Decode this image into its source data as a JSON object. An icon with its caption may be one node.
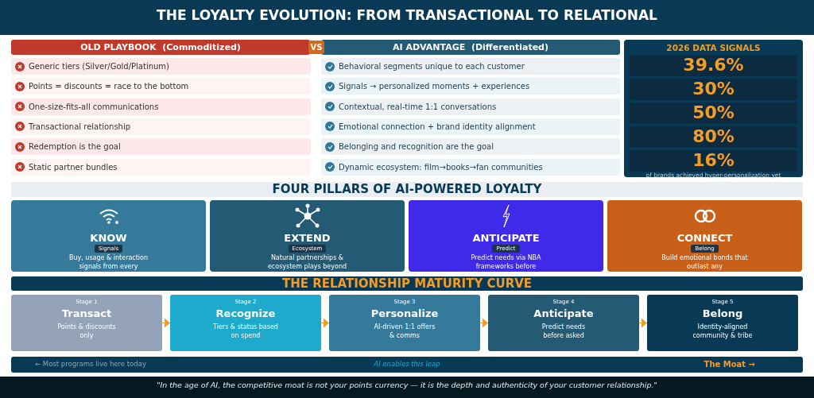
{
  "diagram": {
    "title": "THE LOYALTY EVOLUTION: FROM TRANSACTIONAL TO RELATIONAL",
    "caption": "\"In the age of AI, the competitive moat is not your points currency — it is the depth and authenticity of your customer relationship.\"",
    "nodes": [
      {
        "text": [
          "OLD PLAYBOOK  (Commoditized)"
        ]
      },
      {
        "text": [
          "Generic tiers (Silver/Gold/Platinum)"
        ]
      },
      {
        "text": [
          "Points = discounts = race to the bottom"
        ]
      },
      {
        "text": [
          "One-size-fits-all communications"
        ]
      },
      {
        "text": [
          "Transactional relationship"
        ]
      },
      {
        "text": [
          "Redemption is the goal"
        ]
      },
      {
        "text": [
          "Static partner bundles"
        ]
      },
      {
        "text": [
          "AI ADVANTAGE  (Differentiated)"
        ]
      },
      {
        "text": [
          "Behavioral segments unique to each customer"
        ]
      },
      {
        "text": [
          "Signals → personalized moments + experiences"
        ]
      },
      {
        "text": [
          "Contextual, real-time 1:1 conversations"
        ]
      },
      {
        "text": [
          "Emotional connection + brand identity alignment"
        ]
      },
      {
        "text": [
          "Belonging and recognition are the goal"
        ]
      },
      {
        "text": [
          "Dynamic ecosystem: film→books→fan communities"
        ]
      },
      {
        "text": [
          "2026 DATA SIGNALS"
        ]
      },
      {
        "text": [
          "39.6%"
        ],
        "in": 14
      },
      {
        "text": [
          "30%"
        ],
        "in": 14
      },
      {
        "text": [
          "50%"
        ],
        "in": 14
      },
      {
        "text": [
          "80%"
        ],
        "in": 14
      },
      {
        "text": [
          "16%"
        ],
        "in": 14,
        "beside": [
          "of brands achieved hyper-personalization yet"
        ]
      },
      {
        "text": [
          "FOUR PILLARS OF AI-POWERED LOYALTY"
        ]
      },
      {
        "text": [
          "KNOW",
          "Signals",
          "Buy, usage & interaction signals from every"
        ]
      },
      {
        "text": [
          "EXTEND",
          "Ecosystem",
          "Natural partnerships & ecosystem plays beyond"
        ]
      },
      {
        "text": [
          "ANTICIPATE",
          "Predict",
          "Predict needs via NBA frameworks before"
        ]
      },
      {
        "text": [
          "CONNECT",
          "Belong",
          "Build emotional bonds that outlast any"
        ]
      },
      {
        "text": [
          "THE RELATIONSHIP MATURITY CURVE"
        ]
      },
      {
        "text": [
          "Stage 1",
          "Transact",
          "Points & discounts only"
        ]
      },
      {
        "text": [
          "Stage 2",
          "Recognize",
          "Tiers & status based on spend"
        ]
      },
      {
        "text": [
          "Stage 3",
          "Personalize",
          "AI-driven 1:1 offers & comms"
        ]
      },
      {
        "text": [
          "Stage 4",
          "Anticipate",
          "Predict needs before asked"
        ]
      },
      {
        "text": [
          "Stage 5",
          "Belong",
          "Identity-aligned community & tribe"
        ]
      },
      {
        "text": [
          "← Most programs live here today",
          "AI enables this leap",
          "The Moat →"
        ]
      }
    ],
    "edges": [
      {
        "from": 26,
        "to": 27,
        "arrow": "to"
      },
      {
        "from": 27,
        "to": 28,
        "arrow": "to"
      },
      {
        "from": 28,
        "to": 29,
        "arrow": "to"
      },
      {
        "from": 29,
        "to": 30,
        "arrow": "to"
      }
    ],
    "labels": [
      "VS"
    ]
  }
}
